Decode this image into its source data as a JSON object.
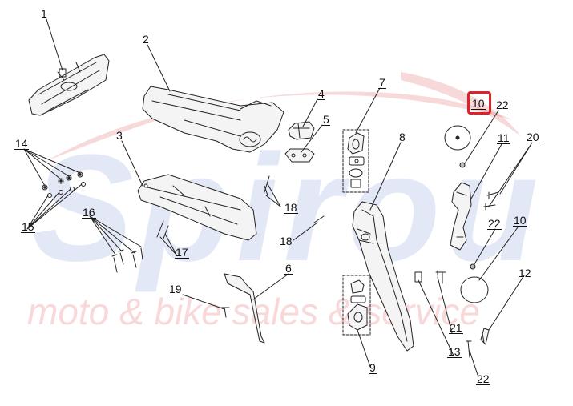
{
  "watermark": {
    "brand": "Spirou",
    "tagline": "moto & bike sales & service",
    "brand_color": "#2f57c9",
    "swoosh_color": "#d92b2b"
  },
  "highlight": {
    "part": "10",
    "color": "#e0202a"
  },
  "callouts": [
    {
      "id": "c1",
      "text": "1"
    },
    {
      "id": "c2",
      "text": "2"
    },
    {
      "id": "c3",
      "text": "3"
    },
    {
      "id": "c4",
      "text": "4"
    },
    {
      "id": "c5",
      "text": "5"
    },
    {
      "id": "c6",
      "text": "6"
    },
    {
      "id": "c7",
      "text": "7"
    },
    {
      "id": "c8",
      "text": "8"
    },
    {
      "id": "c9",
      "text": "9"
    },
    {
      "id": "c10a",
      "text": "10"
    },
    {
      "id": "c10b",
      "text": "10"
    },
    {
      "id": "c11",
      "text": "11"
    },
    {
      "id": "c12",
      "text": "12"
    },
    {
      "id": "c13",
      "text": "13"
    },
    {
      "id": "c14",
      "text": "14"
    },
    {
      "id": "c15",
      "text": "15"
    },
    {
      "id": "c16",
      "text": "16"
    },
    {
      "id": "c17",
      "text": "17"
    },
    {
      "id": "c18a",
      "text": "18"
    },
    {
      "id": "c18b",
      "text": "18"
    },
    {
      "id": "c19",
      "text": "19"
    },
    {
      "id": "c20",
      "text": "20"
    },
    {
      "id": "c21",
      "text": "21"
    },
    {
      "id": "c22a",
      "text": "22"
    },
    {
      "id": "c22b",
      "text": "22"
    },
    {
      "id": "c22c",
      "text": "22"
    }
  ]
}
